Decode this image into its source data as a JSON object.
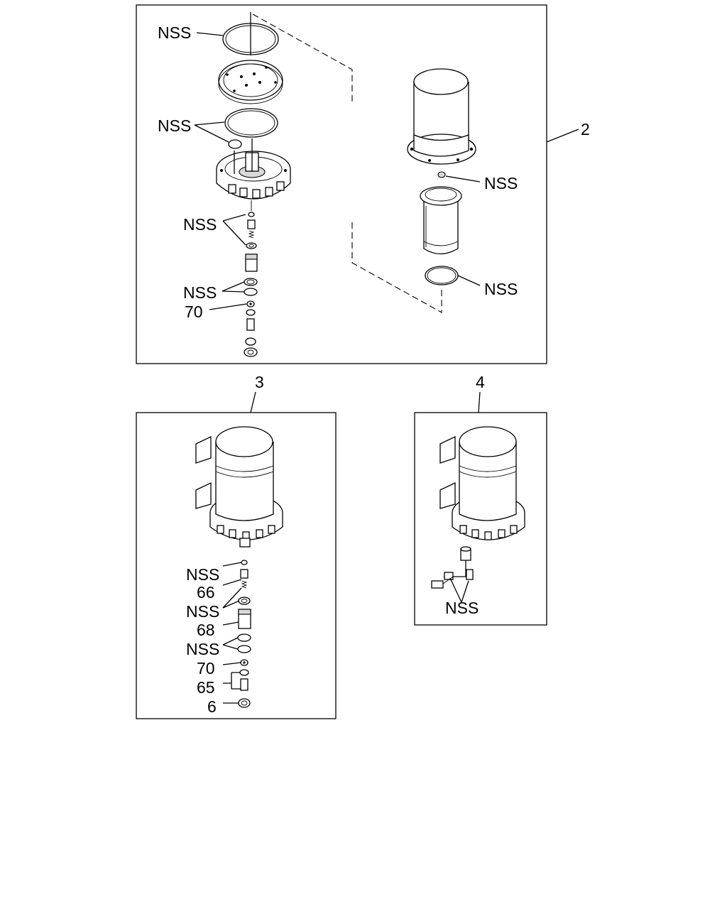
{
  "panels": {
    "main": {
      "callout": "2",
      "labels": {
        "top_gasket": "NSS",
        "gasket_and_ring": "NSS",
        "check_parts": "NSS",
        "lower_rings": "NSS",
        "ref_70": "70",
        "bowl_plug": "NSS",
        "bowl_oring": "NSS"
      }
    },
    "assembly_3": {
      "callout": "3",
      "labels": {
        "nss_1": "NSS",
        "ref_66": "66",
        "nss_2": "NSS",
        "ref_68": "68",
        "nss_3": "NSS",
        "ref_70": "70",
        "ref_65": "65",
        "ref_6": "6"
      }
    },
    "assembly_4": {
      "callout": "4",
      "labels": {
        "nss": "NSS"
      }
    }
  }
}
